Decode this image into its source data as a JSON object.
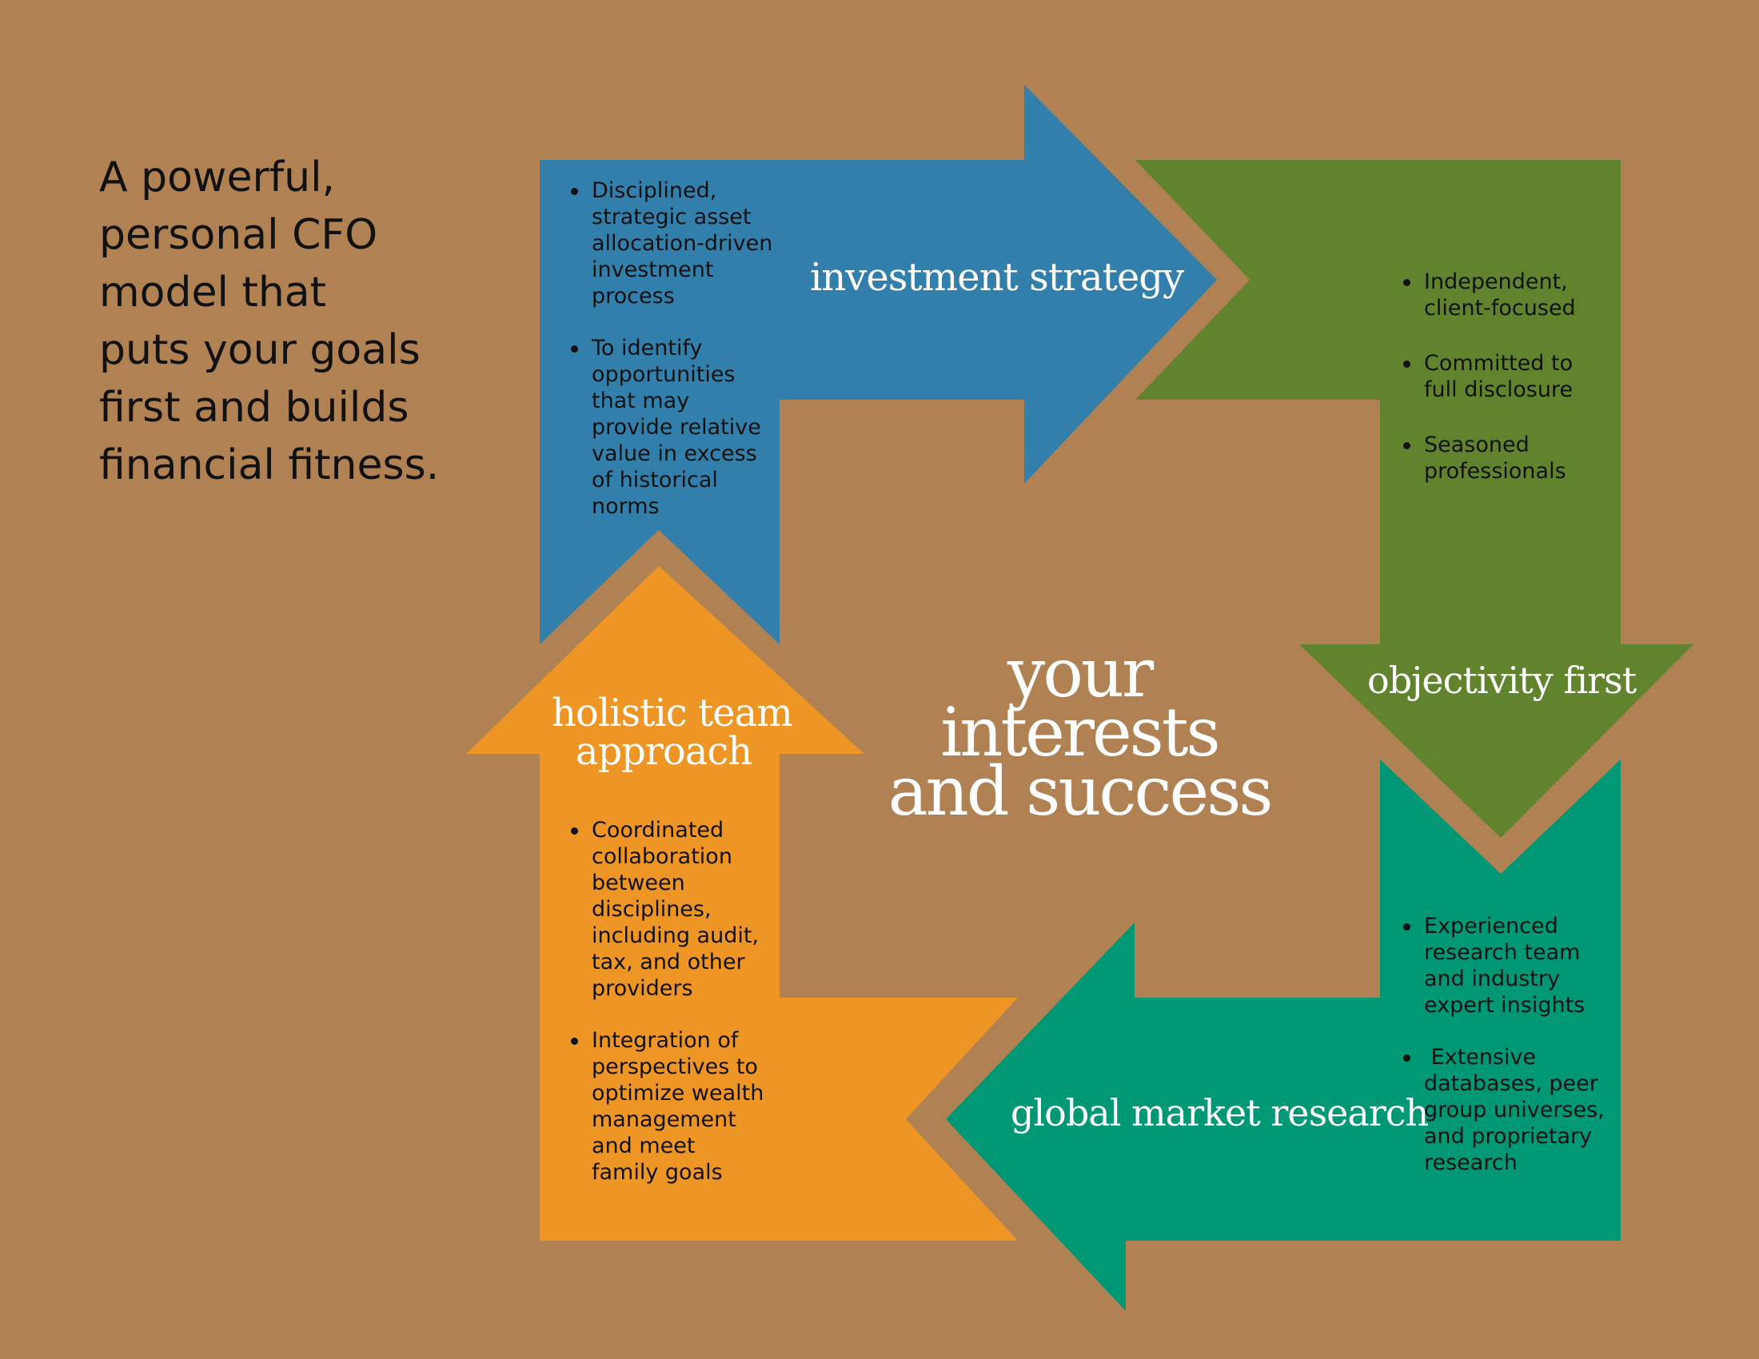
{
  "intro": {
    "lines": [
      "A powerful,",
      "personal CFO",
      "model that",
      "puts your goals",
      "first and builds",
      "financial fitness."
    ]
  },
  "center": {
    "lines": [
      "your interests",
      "and success"
    ]
  },
  "colors": {
    "background": "#b08152",
    "investment": "#337fab",
    "objectivity": "#61832d",
    "research": "#009874",
    "holistic": "#ed9525"
  },
  "sections": {
    "investment": {
      "title": "investment strategy",
      "bullets": [
        [
          "Disciplined,",
          "strategic asset",
          "allocation-driven",
          "investment",
          "process"
        ],
        [
          "To identify",
          "opportunities",
          "that may",
          "provide relative",
          "value in excess",
          "of historical",
          "norms"
        ]
      ]
    },
    "objectivity": {
      "title": "objectivity first",
      "bullets": [
        [
          "Independent,",
          "client-focused"
        ],
        [
          "Committed to",
          "full disclosure"
        ],
        [
          "Seasoned",
          "professionals"
        ]
      ]
    },
    "research": {
      "title": "global market research",
      "bullets": [
        [
          "Experienced",
          "research team",
          "and industry",
          "expert insights"
        ],
        [
          " Extensive",
          "databases, peer",
          "group universes,",
          "and proprietary",
          "research"
        ]
      ]
    },
    "holistic": {
      "title_lines": [
        "holistic team",
        "approach"
      ],
      "bullets": [
        [
          "Coordinated",
          "collaboration",
          "between",
          "disciplines,",
          "including audit,",
          "tax, and other",
          "providers"
        ],
        [
          "Integration of",
          "perspectives to",
          "optimize wealth",
          "management",
          "and meet",
          "family goals"
        ]
      ]
    }
  }
}
